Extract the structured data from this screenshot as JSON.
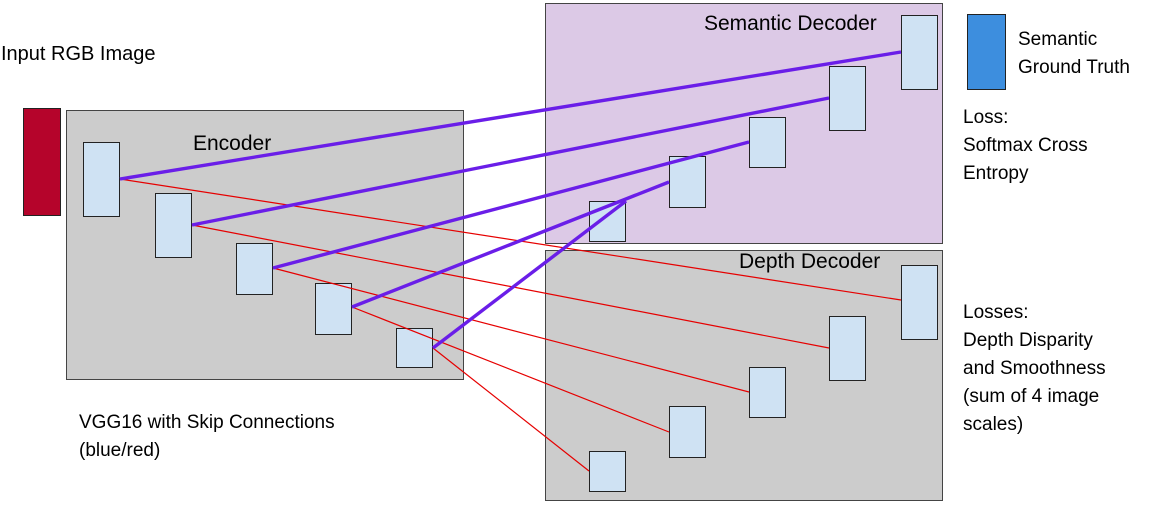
{
  "labels": {
    "input": "Input RGB Image",
    "encoder": "Encoder",
    "semantic_decoder": "Semantic Decoder",
    "depth_decoder": "Depth Decoder",
    "legend_line1": "Semantic",
    "legend_line2": "Ground Truth",
    "loss_title": "Loss:",
    "loss_line1": "Softmax Cross",
    "loss_line2": "Entropy",
    "losses_title": "Losses:",
    "losses_line1": "Depth Disparity",
    "losses_line2": "and Smoothness",
    "losses_line3": "(sum of 4 image",
    "losses_line4": "scales)",
    "vgg_line1": "VGG16 with Skip Connections",
    "vgg_line2": "(blue/red)"
  },
  "colors": {
    "input_image": "#b5042b",
    "ground_truth": "#3d8ede",
    "semantic_panel": "#dcc9e6",
    "grey_panel": "#cccccc",
    "feature_box": "#cfe2f3",
    "blue_connection": "#6a1ee8",
    "red_connection": "#e60000"
  }
}
